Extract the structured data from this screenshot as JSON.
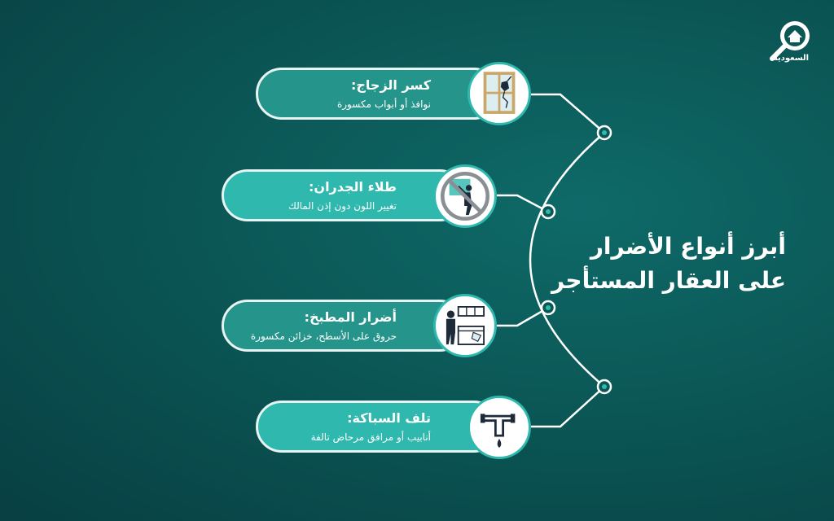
{
  "logo": {
    "text": "السعودية",
    "icon": "house-magnifier-icon"
  },
  "title": {
    "line1": "أبرز أنواع الأضرار",
    "line2": "على العقار المستأجر"
  },
  "items": [
    {
      "title": "كسر الزجاج:",
      "desc": "نوافذ أو أبواب مكسورة",
      "icon": "broken-window-icon"
    },
    {
      "title": "طلاء الجدران:",
      "desc": "تغيير اللون دون إذن المالك",
      "icon": "no-painting-icon"
    },
    {
      "title": "أضرار المطبخ:",
      "desc": "حروق على الأسطح، خزائن مكسورة",
      "icon": "kitchen-damage-icon"
    },
    {
      "title": "تلف السباكة:",
      "desc": "أنابيب أو مرافق مرحاض تالفة",
      "icon": "leaking-pipe-icon"
    }
  ],
  "colors": {
    "background": "#0b5756",
    "card": "#25958c",
    "card_alt": "#2fb8ae",
    "line": "#ffffff"
  }
}
